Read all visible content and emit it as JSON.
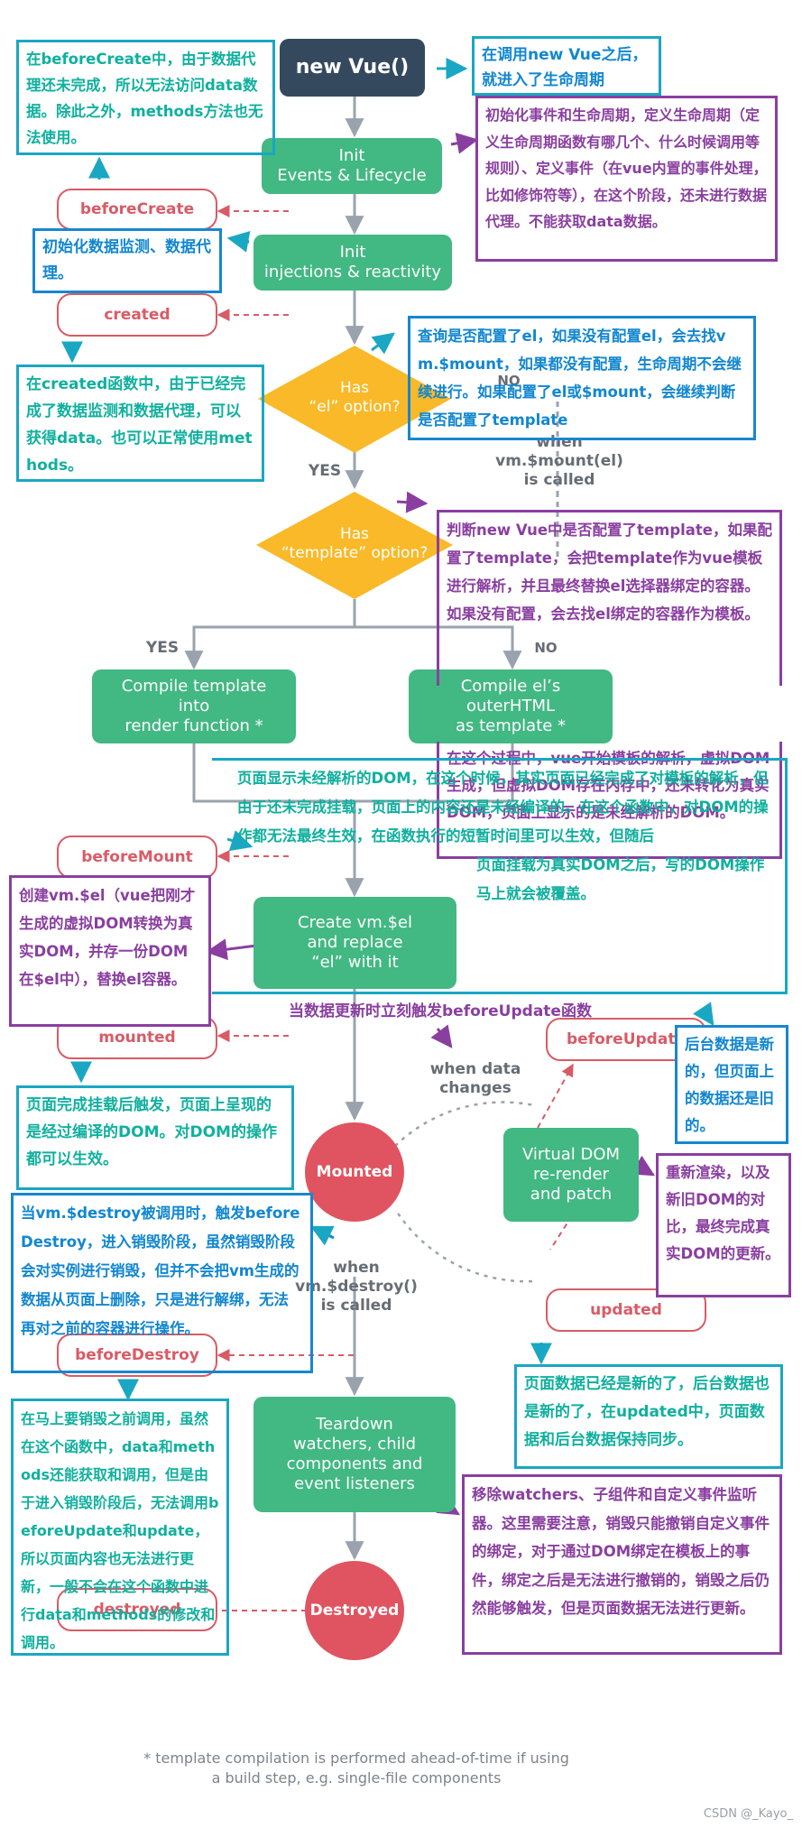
{
  "nodes": {
    "new_vue": "new Vue()",
    "init_events": [
      "Init",
      "Events & Lifecycle"
    ],
    "init_injections": [
      "Init",
      "injections & reactivity"
    ],
    "has_el": [
      "Has",
      "“el” option?"
    ],
    "has_template": [
      "Has",
      "“template” option?"
    ],
    "compile_template": [
      "Compile template",
      "into",
      "render function *"
    ],
    "compile_el": [
      "Compile el’s",
      "outerHTML",
      "as template *"
    ],
    "create_vm": [
      "Create vm.$el",
      "and replace",
      "“el” with it"
    ],
    "mounted_circle": "Mounted",
    "virtual_dom": [
      "Virtual DOM",
      "re-render",
      "and patch"
    ],
    "teardown": [
      "Teardown",
      "watchers, child",
      "components and",
      "event listeners"
    ],
    "destroyed_circle": "Destroyed"
  },
  "hooks": {
    "before_create": "beforeCreate",
    "created": "created",
    "before_mount": "beforeMount",
    "mounted": "mounted",
    "before_update": "beforeUpdate",
    "updated": "updated",
    "before_destroy": "beforeDestroy",
    "destroyed": "destroyed"
  },
  "labels": {
    "no": "NO",
    "yes_1": "YES",
    "yes_2": "YES",
    "no_2": "NO",
    "when_mount": [
      "when",
      "vm.$mount(el)",
      "is called"
    ],
    "when_data": [
      "when data",
      "changes"
    ],
    "when_destroy": [
      "when",
      "vm.$destroy()",
      "is called"
    ]
  },
  "notes": {
    "n1": "在beforeCreate中，由于数据代理还未完成，所以无法访问data数据。除此之外，methods方法也无法使用。",
    "n2": "在调用new Vue之后，就进入了生命周期",
    "n3": "初始化事件和生命周期，定义生命周期（定义生命周期函数有哪几个、什么时候调用等规则）、定义事件（在vue内置的事件处理，比如修饰符等），在这个阶段，还未进行数据代理。不能获取data数据。",
    "n4": "初始化数据监测、数据代理。",
    "n5": "在created函数中，由于已经完成了数据监测和数据代理，可以获得data。也可以正常使用methods。",
    "n6": "查询是否配置了el，如果没有配置el，会去找vm.$mount，如果都没有配置，生命周期不会继续进行。如果配置了el或$mount，会继续判断是否配置了template",
    "n7": "判断new Vue中是否配置了template，如果配置了template，会把template作为vue模板进行解析，并且最终替换el选择器绑定的容器。如果没有配置，会去找el绑定的容器作为模板。",
    "n8": "在这个过程中，vue开始模板的解析，虚拟DOM生成，但虚拟DOM存在内存中，还未转化为真实DOM，页面上显示的是未经解析的DOM。",
    "n9a": "页面显示未经解析的DOM，在这个时候，其实页面已经完成了对模板的解析，但由于还未完成挂载，页面上的内容还是未经编译的。在这个函数中，对DOM的操作都无法最终生效，在函数执行的短暂时间里可以生效，但随后",
    "n9b": "页面挂载为真实DOM之后，写的DOM操作马上就会被覆盖。",
    "n10": "创建vm.$el（vue把刚才生成的虚拟DOM转换为真实DOM，并存一份DOM在$el中），替换el容器。",
    "n11": "当数据更新时立刻触发beforeUpdate函数",
    "n12": "后台数据是新的，但页面上的数据还是旧的。",
    "n13": "页面完成挂载后触发，页面上呈现的是经过编译的DOM。对DOM的操作都可以生效。",
    "n14": "重新渲染，以及新旧DOM的对比，最终完成真实DOM的更新。",
    "n15": "当vm.$destroy被调用时，触发beforeDestroy，进入销毁阶段，虽然销毁阶段会对实例进行销毁，但并不会把vm生成的数据从页面上删除，只是进行解绑，无法再对之前的容器进行操作。",
    "n16": "页面数据已经是新的了，后台数据也是新的了，在updated中，页面数据和后台数据保持同步。",
    "n17": "在马上要销毁之前调用，虽然在这个函数中，data和methods还能获取和调用，但是由于进入销毁阶段后，无法调用beforeUpdate和update，所以页面内容也无法进行更新，一般不会在这个函数中进行data和methods的修改和调用。",
    "n18": "移除watchers、子组件和自定义事件监听器。这里需要注意，销毁只能撤销自定义事件的绑定，对于通过DOM绑定在模板上的事件，绑定之后是无法进行撤销的，销毁之后仍然能够触发，但是页面数据无法进行更新。"
  },
  "footnote": [
    "* template compilation is performed ahead-of-time if using",
    "a build step, e.g. single-file components"
  ],
  "credit": "CSDN @_Kayo_",
  "colors": {
    "green": "#42b883",
    "navy": "#35495e",
    "red": "#df5460",
    "diamond": "#f9b928",
    "teal_text": "#10b09e",
    "teal_border": "#1aa7c3",
    "purple": "#8a3fa0",
    "blue": "#1287cf",
    "flow_line": "#9aa3ad"
  }
}
